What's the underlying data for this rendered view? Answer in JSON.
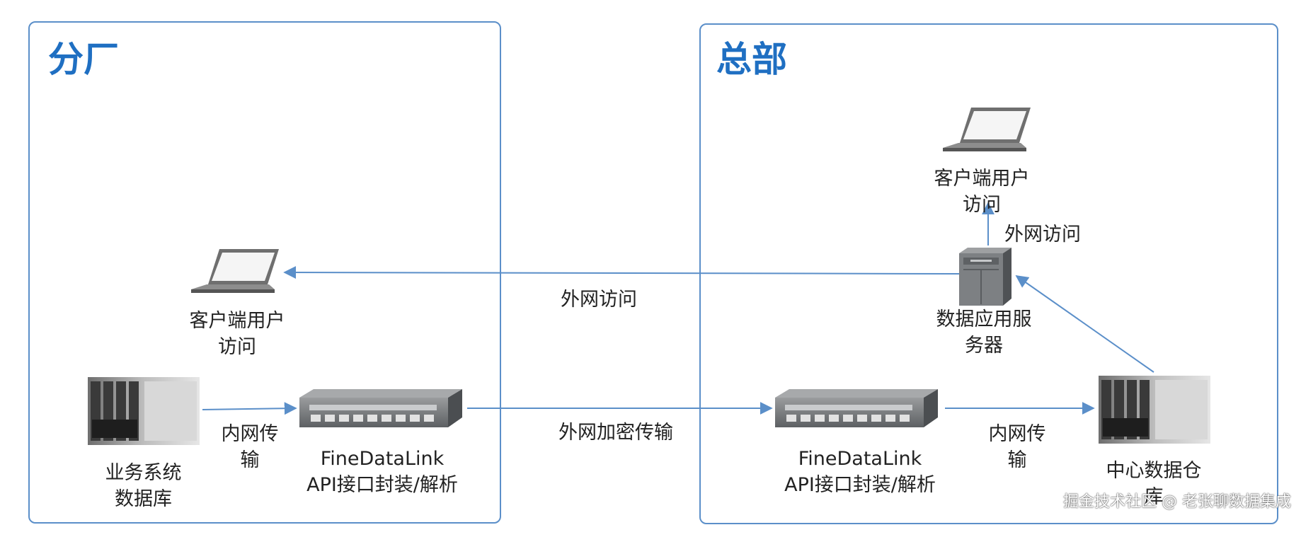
{
  "branch": {
    "title": "分厂",
    "client_label": [
      "客户端用户",
      "访问"
    ],
    "db_label": [
      "业务系统",
      "数据库"
    ],
    "link_label": [
      "内网传",
      "输"
    ],
    "fdl_label": [
      "FineDataLink",
      "API接口封装/解析"
    ]
  },
  "hq": {
    "title": "总部",
    "client_label": [
      "客户端用户",
      "访问"
    ],
    "ext_access_label": "外网访问",
    "app_server_label": [
      "数据应用服",
      "务器"
    ],
    "fdl_label": [
      "FineDataLink",
      "API接口封装/解析"
    ],
    "link_label": [
      "内网传",
      "输"
    ],
    "dw_label": [
      "中心数据仓",
      "库"
    ]
  },
  "middle": {
    "ext_access_label": "外网访问",
    "encrypted_label": "外网加密传输"
  },
  "watermark": "掘金技术社区 @ 老张聊数据集成",
  "colors": {
    "border": "#5b8fc9",
    "title": "#1f6fc2",
    "arrow": "#5b8fc9"
  },
  "icons": [
    "laptop-icon",
    "server-rack-icon",
    "network-switch-icon",
    "server-cabinet-icon"
  ]
}
